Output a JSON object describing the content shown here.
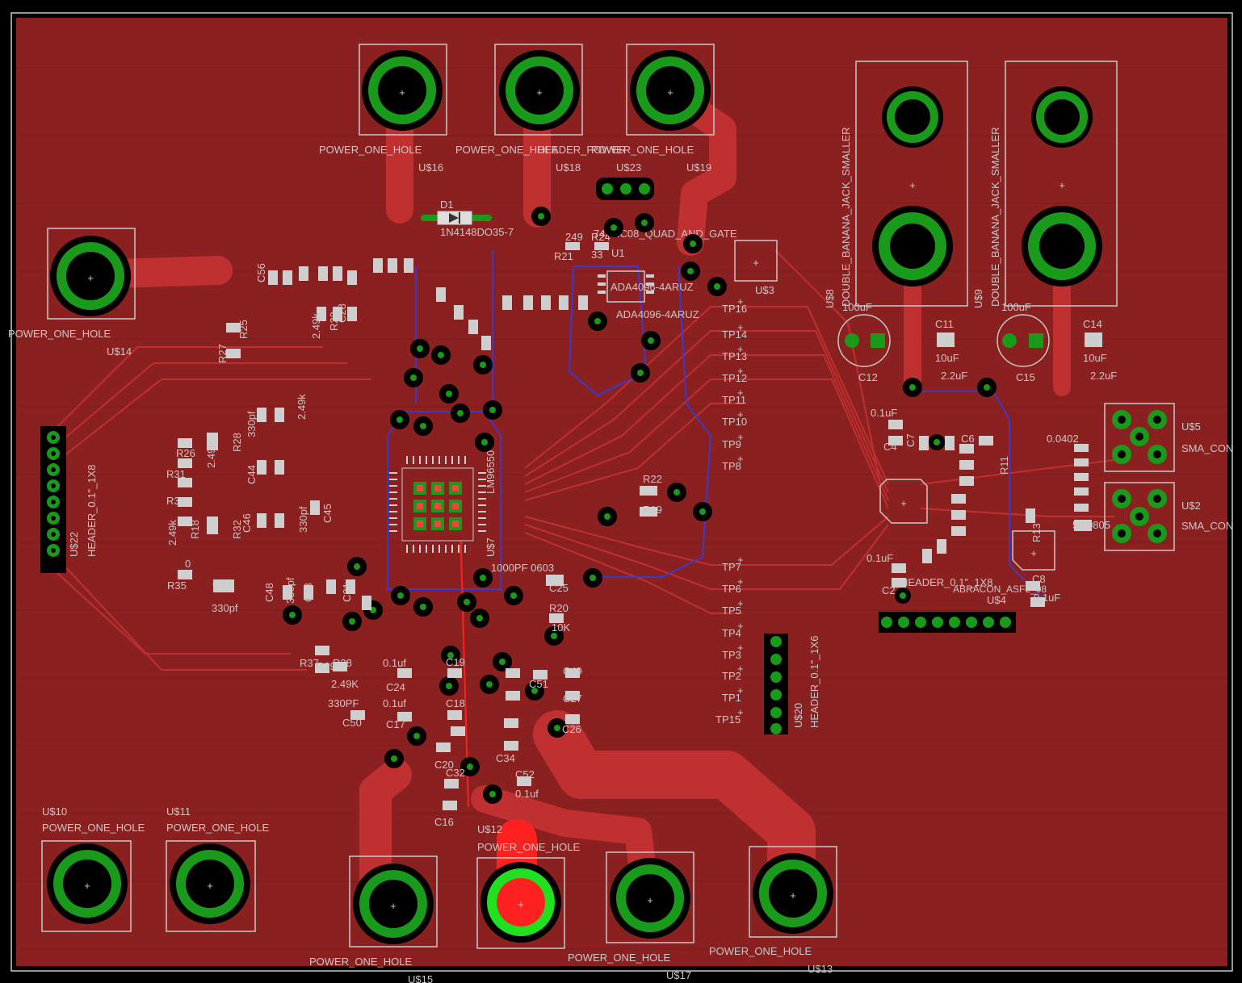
{
  "board": {
    "colors": {
      "background": "#000000",
      "copper_top": "#8b2020",
      "trace_top": "#c03030",
      "trace_bottom": "#3a3ad0",
      "via_pad": "#1a9a1a",
      "silk": "#c8c8c8",
      "selected": "#ff2020"
    }
  },
  "power_holes": [
    {
      "id": "hole-u16",
      "name": "POWER_ONE_HOLE",
      "ref": "U$16"
    },
    {
      "id": "hole-u18",
      "name": "POWER_ONE_HOLE",
      "ref": "U$18"
    },
    {
      "id": "hole-u19",
      "name": "POWER_ONE_HOLE",
      "ref": "U$19"
    },
    {
      "id": "hole-u14",
      "name": "POWER_ONE_HOLE",
      "ref": "U$14"
    },
    {
      "id": "hole-u10",
      "name": "POWER_ONE_HOLE",
      "ref": "U$10"
    },
    {
      "id": "hole-u11",
      "name": "POWER_ONE_HOLE",
      "ref": "U$11"
    },
    {
      "id": "hole-u15",
      "name": "POWER_ONE_HOLE",
      "ref": "U$15"
    },
    {
      "id": "hole-u12",
      "name": "POWER_ONE_HOLE",
      "ref": "U$12"
    },
    {
      "id": "hole-u17",
      "name": "POWER_ONE_HOLE",
      "ref": "U$17"
    },
    {
      "id": "hole-u13",
      "name": "POWER_ONE_HOLE",
      "ref": "U$13"
    }
  ],
  "labels": {
    "header_power": "HEADER_POWER",
    "u23": "U$23",
    "d1": "D1",
    "d1_value": "1N4148DO35-7",
    "quad_and": "74AHC08_QUAD_AND_GATE",
    "u1": "U1",
    "u3": "U$3",
    "ada1": "ADA4096-4ARUZ",
    "ada2": "ADA4096-4ARUZ",
    "r21": "R21",
    "r21_val": "249",
    "r24": "R24",
    "r24_val": "33",
    "lm": "LM96550",
    "u7": "U$7",
    "banana1": "DOUBLE_BANANA_JACK_SMALLER",
    "banana2": "DOUBLE_BANANA_JACK_SMALLER",
    "u8": "U$8",
    "u9": "U$9",
    "c12": "C12",
    "c15": "C15",
    "c11": "C11",
    "c14": "C14",
    "c12_val": "100uF",
    "c15_val": "100uF",
    "c11_val": "10uF",
    "c14_val": "10uF",
    "c11b_val": "2.2uF",
    "c14b_val": "2.2uF",
    "sma1": "SMA_CON",
    "sma2": "SMA_CON",
    "u5": "U$5",
    "u2": "U$2",
    "header_1x8": "HEADER_0.1\"_1X8",
    "u22": "U$22",
    "header_1x6": "HEADER_0.1\"_1X6",
    "u20": "U$20",
    "header_1x8b": "HEADER_0.1\"_1X8",
    "u4": "U$4",
    "abracon": "ABRACON_ASFL_08",
    "c25": "C25",
    "c25_val": "1000PF 0603",
    "r20": "R20",
    "r20_val": "10K",
    "r22": "R22",
    "r19": "R19",
    "c57": "C57",
    "c57_val": "330pf",
    "r35": "R35",
    "r13": "R13",
    "r11": "R11",
    "c8": "C8",
    "c4": "C4",
    "c7": "C7",
    "c6": "C6",
    "c2": "C2",
    "c24": "C24",
    "c17": "C17",
    "c50": "C50",
    "c50_val": "330PF",
    "c16": "C16",
    "c20": "C20",
    "c19": "C19",
    "c18": "C18",
    "c32": "C32",
    "c52": "C52",
    "c26": "C26",
    "c27": "C27",
    "c49": "C49",
    "c51": "C51",
    "c34": "C34",
    "r39": "R39",
    "r37": "R37",
    "r38": "R38",
    "r38_val": "2.49K",
    "c56": "C56",
    "r25": "R25",
    "r27": "R27",
    "r26": "R26",
    "r31": "R31",
    "r33": "R33",
    "r18": "R18",
    "r32": "R32",
    "r28": "R28",
    "c44": "C44",
    "c45": "C45",
    "c46": "C46",
    "c48": "C48",
    "c23": "C23",
    "c21": "C21",
    "r23": "R23",
    "c28": "C28",
    "v_01uf": "0.1uf",
    "v_01uF": "0.1uF",
    "v_249k": "2.49k",
    "v_330pf": "330pf",
    "v_0": "0",
    "v_0402": "0.0402",
    "v_50": "50 0805"
  },
  "test_points": [
    "TP16",
    "TP14",
    "TP13",
    "TP12",
    "TP11",
    "TP10",
    "TP9",
    "TP8",
    "TP7",
    "TP6",
    "TP5",
    "TP4",
    "TP3",
    "TP2",
    "TP1",
    "TP15"
  ]
}
